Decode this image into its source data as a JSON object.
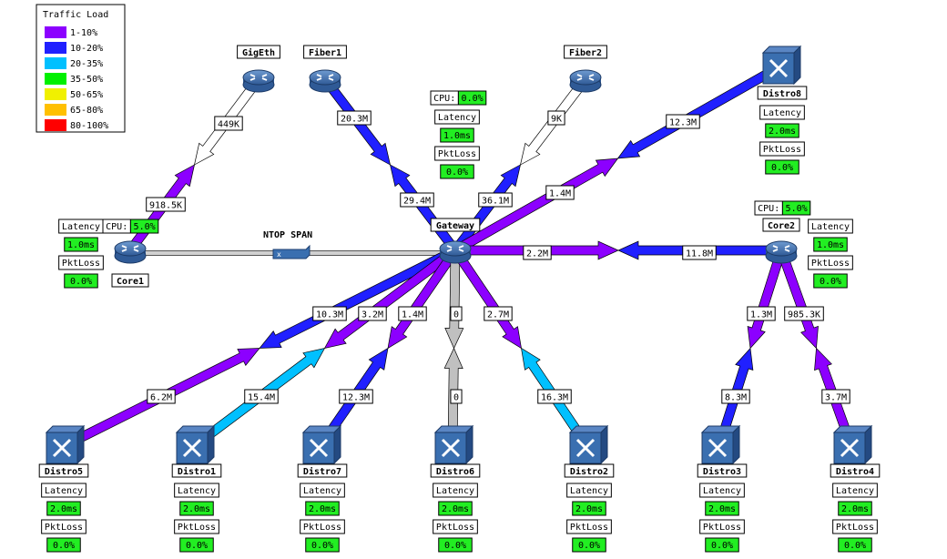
{
  "legend": {
    "title": "Traffic Load",
    "items": [
      {
        "label": "1-10%",
        "color": "#8c00ff"
      },
      {
        "label": "10-20%",
        "color": "#2020ff"
      },
      {
        "label": "20-35%",
        "color": "#00c0ff"
      },
      {
        "label": "35-50%",
        "color": "#00f000"
      },
      {
        "label": "50-65%",
        "color": "#f0f000"
      },
      {
        "label": "65-80%",
        "color": "#ffc000"
      },
      {
        "label": "80-100%",
        "color": "#ff0000"
      }
    ]
  },
  "nodes": {
    "gateway": {
      "label": "Gateway",
      "icon": "router-icon"
    },
    "core1": {
      "label": "Core1",
      "icon": "router-icon"
    },
    "core2": {
      "label": "Core2",
      "icon": "router-icon"
    },
    "gigeth": {
      "label": "GigEth",
      "icon": "router-icon"
    },
    "fiber1": {
      "label": "Fiber1",
      "icon": "router-icon"
    },
    "fiber2": {
      "label": "Fiber2",
      "icon": "router-icon"
    },
    "distro8": {
      "label": "Distro8",
      "icon": "switch-icon"
    },
    "distro5": {
      "label": "Distro5",
      "icon": "switch-icon"
    },
    "distro1": {
      "label": "Distro1",
      "icon": "switch-icon"
    },
    "distro7": {
      "label": "Distro7",
      "icon": "switch-icon"
    },
    "distro6": {
      "label": "Distro6",
      "icon": "switch-icon"
    },
    "distro2": {
      "label": "Distro2",
      "icon": "switch-icon"
    },
    "distro3": {
      "label": "Distro3",
      "icon": "switch-icon"
    },
    "distro4": {
      "label": "Distro4",
      "icon": "switch-icon"
    }
  },
  "span": {
    "label": "NTOP SPAN"
  },
  "stats": {
    "cpu_label": "CPU:",
    "latency_label": "Latency",
    "pktloss_label": "PktLoss",
    "gateway": {
      "cpu": "0.0%",
      "latency": "1.0ms",
      "pktloss": "0.0%"
    },
    "core1": {
      "cpu": "5.0%",
      "latency": "1.0ms",
      "pktloss": "0.0%"
    },
    "core2": {
      "cpu": "5.0%",
      "latency": "1.0ms",
      "pktloss": "0.0%"
    },
    "distro8": {
      "latency": "2.0ms",
      "pktloss": "0.0%"
    },
    "distro5": {
      "latency": "2.0ms",
      "pktloss": "0.0%"
    },
    "distro1": {
      "latency": "2.0ms",
      "pktloss": "0.0%"
    },
    "distro7": {
      "latency": "2.0ms",
      "pktloss": "0.0%"
    },
    "distro6": {
      "latency": "2.0ms",
      "pktloss": "0.0%"
    },
    "distro2": {
      "latency": "2.0ms",
      "pktloss": "0.0%"
    },
    "distro3": {
      "latency": "2.0ms",
      "pktloss": "0.0%"
    },
    "distro4": {
      "latency": "2.0ms",
      "pktloss": "0.0%"
    }
  },
  "links": [
    {
      "id": "gigeth-core1",
      "a": "gigeth",
      "b": "core1",
      "a_label": "449K",
      "b_label": "918.5K",
      "a_color": "#ffffff",
      "b_color": "#8c00ff"
    },
    {
      "id": "fiber1-gateway",
      "a": "fiber1",
      "b": "gateway",
      "a_label": "20.3M",
      "b_label": "29.4M",
      "a_color": "#2020ff",
      "b_color": "#2020ff"
    },
    {
      "id": "fiber2-gateway",
      "a": "fiber2",
      "b": "gateway",
      "a_label": "9K",
      "b_label": "36.1M",
      "a_color": "#ffffff",
      "b_color": "#2020ff"
    },
    {
      "id": "distro8-gateway",
      "a": "distro8",
      "b": "gateway",
      "a_label": "12.3M",
      "b_label": "1.4M",
      "a_color": "#2020ff",
      "b_color": "#8c00ff"
    },
    {
      "id": "gateway-core2",
      "a": "gateway",
      "b": "core2",
      "a_label": "2.2M",
      "b_label": "11.8M",
      "a_color": "#8c00ff",
      "b_color": "#2020ff"
    },
    {
      "id": "gateway-distro5",
      "a": "gateway",
      "b": "distro5",
      "a_label": "10.3M",
      "b_label": "6.2M",
      "a_color": "#2020ff",
      "b_color": "#8c00ff"
    },
    {
      "id": "gateway-distro1",
      "a": "gateway",
      "b": "distro1",
      "a_label": "3.2M",
      "b_label": "15.4M",
      "a_color": "#8c00ff",
      "b_color": "#00c0ff"
    },
    {
      "id": "gateway-distro7",
      "a": "gateway",
      "b": "distro7",
      "a_label": "1.4M",
      "b_label": "12.3M",
      "a_color": "#8c00ff",
      "b_color": "#2020ff"
    },
    {
      "id": "gateway-distro6",
      "a": "gateway",
      "b": "distro6",
      "a_label": "0",
      "b_label": "0",
      "a_color": "#c0c0c0",
      "b_color": "#c0c0c0"
    },
    {
      "id": "gateway-distro2",
      "a": "gateway",
      "b": "distro2",
      "a_label": "2.7M",
      "b_label": "16.3M",
      "a_color": "#8c00ff",
      "b_color": "#00c0ff"
    },
    {
      "id": "core2-distro3",
      "a": "core2",
      "b": "distro3",
      "a_label": "1.3M",
      "b_label": "8.3M",
      "a_color": "#8c00ff",
      "b_color": "#2020ff"
    },
    {
      "id": "core2-distro4",
      "a": "core2",
      "b": "distro4",
      "a_label": "985.3K",
      "b_label": "3.7M",
      "a_color": "#8c00ff",
      "b_color": "#8c00ff"
    }
  ]
}
